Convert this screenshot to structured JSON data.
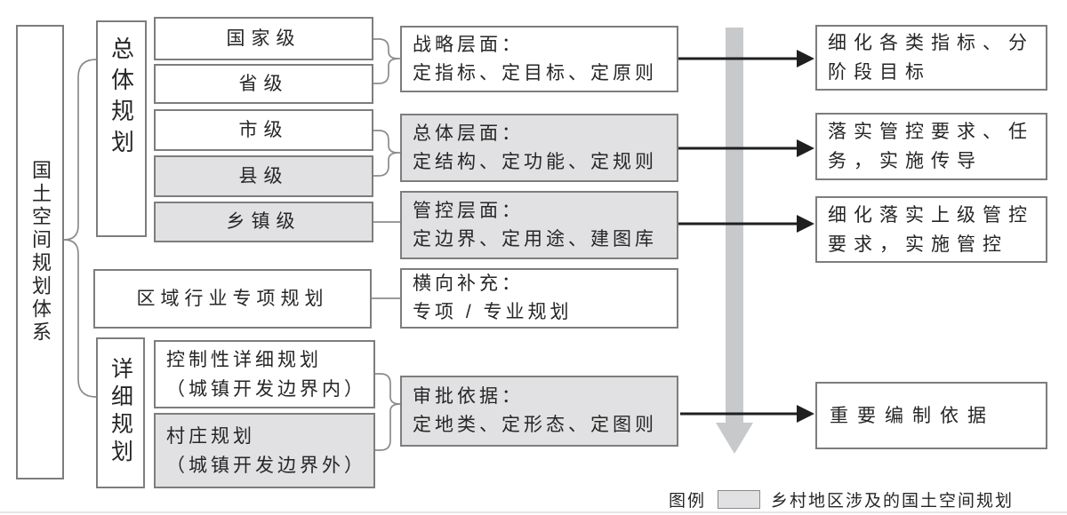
{
  "diagram": {
    "root_label": "国土空间规划体系",
    "groups": {
      "overall_label": "总体规划",
      "detailed_label": "详细规划"
    },
    "levels": {
      "national": "国家级",
      "provincial": "省级",
      "municipal": "市级",
      "county": "县级",
      "township": "乡镇级"
    },
    "regional_label": "区域行业专项规划",
    "detail_plans": {
      "regulatory": "控制性详细规划\n（城镇开发边界内）",
      "village": "村庄规划\n（城镇开发边界外）"
    },
    "functions": {
      "strategic": "战略层面：\n定指标、定目标、定原则",
      "overall": "总体层面：\n定结构、定功能、定规则",
      "control": "管控层面：\n定边界、定用途、建图库",
      "horizontal": "横向补充：\n专项 / 专业规划",
      "approval": "审批依据：\n定地类、定形态、定图则"
    },
    "outcomes": {
      "o1": "细化各类指标、分\n阶段目标",
      "o2": "落实管控要求、任\n务，实施传导",
      "o3": "细化落实上级管控\n要求，实施管控",
      "o4": "重要编制依据"
    },
    "legend": {
      "title": "图例",
      "item": "乡村地区涉及的国土空间规划"
    },
    "colors": {
      "highlight_fill": "#e1e1e3",
      "box_border": "#7d7d7d",
      "arrow_black": "#1f1f1f",
      "arrow_gray": "#c7c9cb",
      "connector": "#8c8c8c",
      "text": "#262626"
    }
  }
}
